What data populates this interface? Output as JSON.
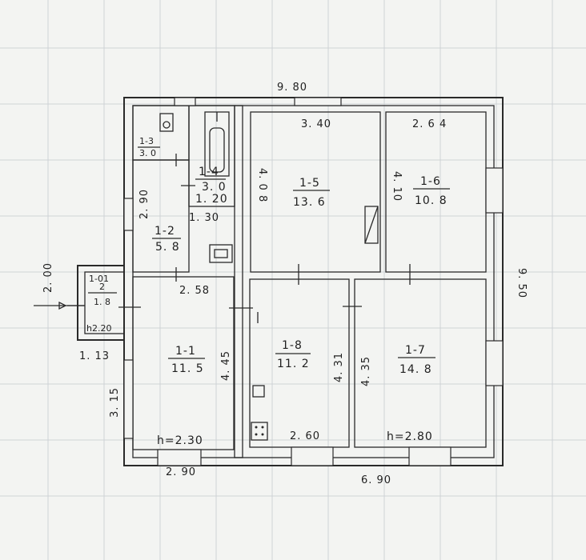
{
  "plan": {
    "overall_dims": {
      "top_width": "9. 80",
      "right_height": "9. 50",
      "bottom_left": "2. 90",
      "bottom_right": "6. 90",
      "left_lower": "3. 15",
      "porch_width": "1. 13",
      "porch_height": "2. 00",
      "left_upper": "2. 90"
    },
    "rooms": [
      {
        "id": "1-1",
        "area": "11. 5",
        "note": "h=2.30",
        "dim_v": "4. 45"
      },
      {
        "id": "1-2",
        "area": "5. 8",
        "dim_h": "2. 58"
      },
      {
        "id": "1-3",
        "area": "3. 0"
      },
      {
        "id": "1-4",
        "area": "3. 0",
        "dim": "1. 20",
        "dim_h": "1. 30"
      },
      {
        "id": "1-5",
        "area": "13. 6",
        "dim_h": "3. 40",
        "dim_v": "4. 0 8"
      },
      {
        "id": "1-6",
        "area": "10. 8",
        "dim_h": "2. 6 4",
        "dim_v": "4. 10"
      },
      {
        "id": "1-7",
        "area": "14. 8",
        "note": "h=2.80",
        "dim_v": "4. 35"
      },
      {
        "id": "1-8",
        "area": "11. 2",
        "dim_h": "2. 60",
        "dim_v": "4. 31"
      },
      {
        "id": "1-01",
        "area": "1. 8",
        "sub": "2",
        "note": "h2.20"
      }
    ]
  }
}
